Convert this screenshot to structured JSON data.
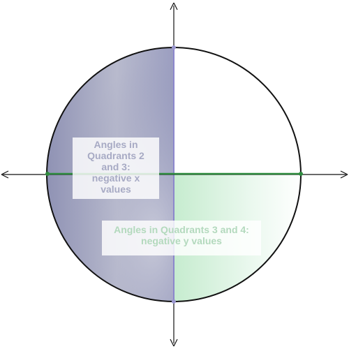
{
  "labels": {
    "quadrants_2_3": {
      "line1": "Angles in",
      "line2": "Quadrants 2",
      "line3": "and 3:",
      "line4": "negative x",
      "line5": "values"
    },
    "quadrants_3_4": {
      "line1": "Angles in Quadrants 3 and 4:",
      "line2": "negative y values"
    }
  },
  "colors": {
    "left_half_fill_dark": "#8f92b4",
    "left_half_fill_light": "#c7c9d9",
    "bottom_right_fill_dark": "#c6eccf",
    "bottom_right_fill_light": "#f7fcf8",
    "circle_stroke": "#111111",
    "axis_stroke": "#111111",
    "x_axis_highlight": "#2e8b3e",
    "y_axis_highlight": "#8c87cc",
    "label_left_text": "#a7aac4",
    "label_bottom_text": "#b3d9bd"
  }
}
